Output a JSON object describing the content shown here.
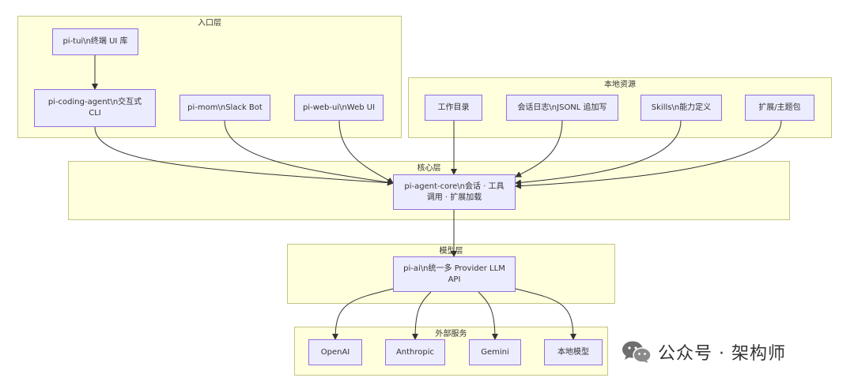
{
  "groups": {
    "entry": "入口层",
    "local_resources": "本地资源",
    "core": "核心层",
    "model": "模型层",
    "external": "外部服务"
  },
  "nodes": {
    "pi_tui": "pi-tui\\n终端 UI 库",
    "pi_coding_agent": "pi-coding-agent\\n交互式\nCLI",
    "pi_mom": "pi-mom\\nSlack Bot",
    "pi_web_ui": "pi-web-ui\\nWeb UI",
    "work_dir": "工作目录",
    "session_log": "会话日志\\nJSONL 追加写",
    "skills": "Skills\\n能力定义",
    "extensions": "扩展/主题包",
    "pi_agent_core": "pi-agent-core\\n会话 · 工具\n调用 · 扩展加载",
    "pi_ai": "pi-ai\\n统一多 Provider LLM\nAPI",
    "openai": "OpenAI",
    "anthropic": "Anthropic",
    "gemini": "Gemini",
    "local_model": "本地模型"
  },
  "watermark": {
    "text": "公众号 · 架构师",
    "icon": "wechat-icon"
  },
  "colors": {
    "group_fill": "#ffffde",
    "group_border": "#c5c586",
    "node_fill": "#ececff",
    "node_border": "#9370db",
    "edge": "#333333"
  }
}
